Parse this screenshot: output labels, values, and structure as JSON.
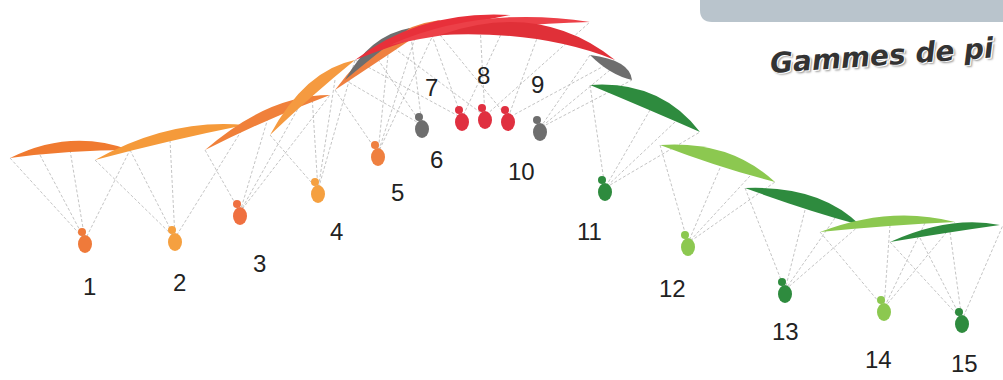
{
  "diagram": {
    "title": "Gammes de pi",
    "labels": [
      "1",
      "2",
      "3",
      "4",
      "5",
      "6",
      "7",
      "8",
      "9",
      "10",
      "11",
      "12",
      "13",
      "14",
      "15"
    ]
  }
}
